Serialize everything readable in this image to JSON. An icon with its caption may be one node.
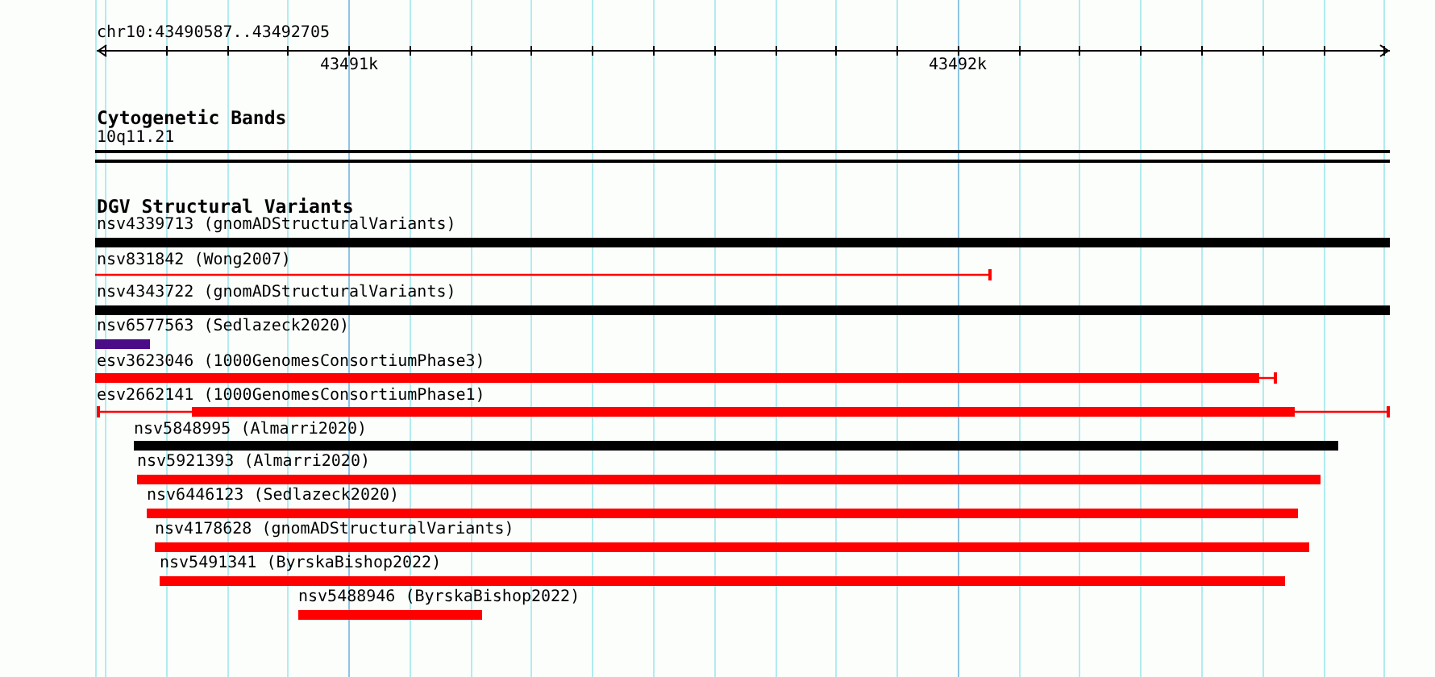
{
  "diagram": {
    "nodes": [
      {
        "text": [
          "10q11.21"
        ]
      },
      {
        "text": [
          "nsv4339713 (gnomADStructuralVariants)"
        ]
      },
      {
        "text": [
          "nsv831842 (Wong2007)"
        ]
      },
      {
        "text": [
          "nsv4343722 (gnomADStructuralVariants)"
        ]
      },
      {
        "text": [
          "nsv6577563 (Sedlazeck2020)"
        ]
      },
      {
        "text": [
          "esv3623046 (1000GenomesConsortiumPhase3)"
        ]
      },
      {
        "text": [
          "esv2662141 (1000GenomesConsortiumPhase1)"
        ]
      },
      {
        "text": [
          "nsv5848995 (Almarri2020)"
        ]
      },
      {
        "text": [
          "nsv5921393 (Almarri2020)"
        ]
      },
      {
        "text": [
          "nsv6446123 (Sedlazeck2020)"
        ]
      },
      {
        "text": [
          "nsv4178628 (gnomADStructuralVariants)"
        ]
      },
      {
        "text": [
          "nsv5491341 (ByrskaBishop2022)"
        ]
      },
      {
        "text": [
          "nsv5488946 (ByrskaBishop2022)"
        ]
      }
    ],
    "labels": [
      "chr10:43490587..43492705",
      "43491k",
      "43492k",
      "Cytogenetic Bands",
      "DGV Structural Variants"
    ]
  }
}
